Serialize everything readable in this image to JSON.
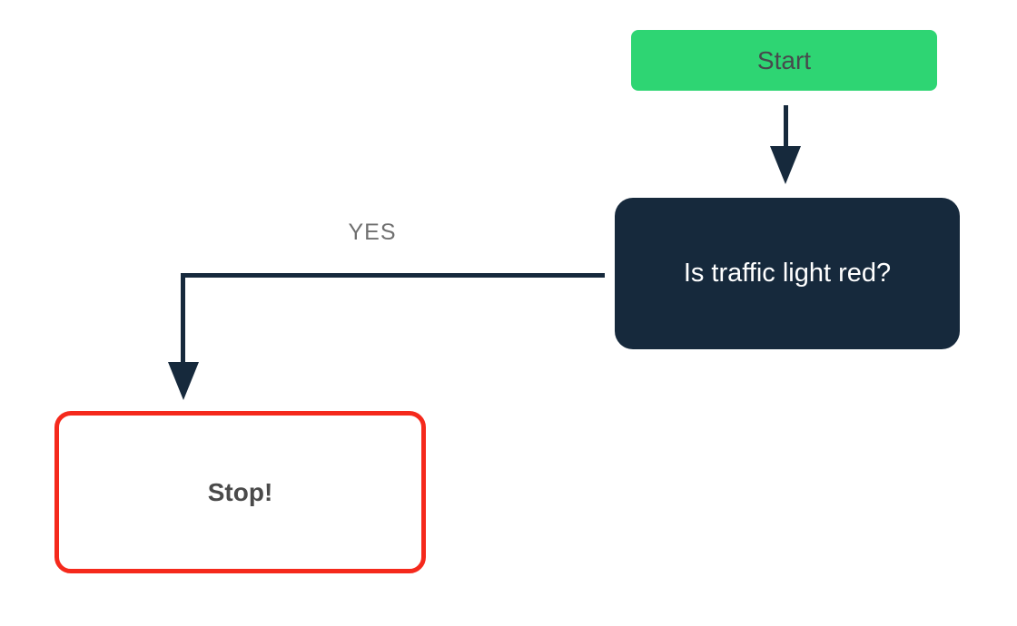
{
  "diagram": {
    "type": "flowchart",
    "background_color": "#ffffff",
    "connector_color": "#16293c",
    "nodes": {
      "start": {
        "label": "Start",
        "shape": "rounded-rectangle",
        "bg_color": "#2ed573",
        "text_color": "#474a4d"
      },
      "decision": {
        "label": "Is traffic light red?",
        "shape": "rounded-rectangle",
        "bg_color": "#16293c",
        "text_color": "#ffffff"
      },
      "stop": {
        "label": "Stop!",
        "shape": "rounded-rectangle",
        "bg_color": "#ffffff",
        "border_color": "#f5291c",
        "text_color": "#4a4a4a"
      }
    },
    "edges": {
      "start_to_decision": {
        "from": "start",
        "to": "decision",
        "style": "straight-arrow-down"
      },
      "decision_to_stop": {
        "from": "decision",
        "to": "stop",
        "label": "YES",
        "label_color": "#6f6f6f",
        "style": "elbow-left-then-down"
      }
    },
    "icons": {
      "arrowhead": "filled-triangle-down"
    }
  }
}
